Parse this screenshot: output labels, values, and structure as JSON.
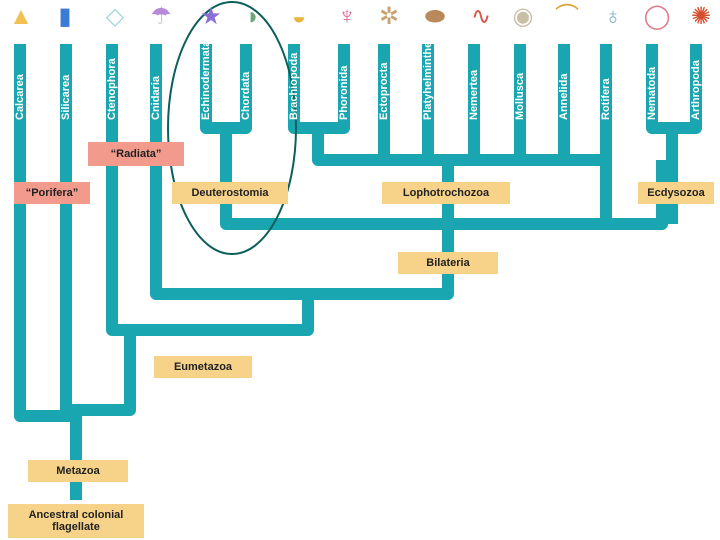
{
  "taxa": [
    {
      "label": "Calcarea"
    },
    {
      "label": "Silicarea"
    },
    {
      "label": "Ctenophora"
    },
    {
      "label": "Cnidaria"
    },
    {
      "label": "Echinodermata"
    },
    {
      "label": "Chordata"
    },
    {
      "label": "Brachiopoda"
    },
    {
      "label": "Phoronida"
    },
    {
      "label": "Ectoprocta"
    },
    {
      "label": "Platyhelminthes"
    },
    {
      "label": "Nemertea"
    },
    {
      "label": "Mollusca"
    },
    {
      "label": "Annelida"
    },
    {
      "label": "Rotifera"
    },
    {
      "label": "Nematoda"
    },
    {
      "label": "Arthropoda"
    }
  ],
  "clades": {
    "radiata": "“Radiata”",
    "porifera": "“Porifera”",
    "deuterostomia": "Deuterostomia",
    "lophotrochozoa": "Lophotrochozoa",
    "ecdysozoa": "Ecdysozoa",
    "bilateria": "Bilateria",
    "eumetazoa": "Eumetazoa",
    "metazoa": "Metazoa",
    "ancestor_line1": "Ancestral colonial",
    "ancestor_line2": "flagellate"
  },
  "colors": {
    "branch": "#1aa6b0",
    "label_box": "#f7d389",
    "paraphyletic_box": "#f29b8c",
    "highlight_ellipse": "#0d5f5c"
  },
  "icons": [
    "sponge-icon",
    "sponge-icon",
    "comb-jelly-icon",
    "jellyfish-icon",
    "sea-star-icon",
    "fish-icon",
    "brachiopod-icon",
    "phoronid-icon",
    "bryozoan-icon",
    "flatworm-icon",
    "ribbon-worm-icon",
    "snail-icon",
    "segmented-worm-icon",
    "rotifer-icon",
    "roundworm-icon",
    "crab-icon"
  ]
}
